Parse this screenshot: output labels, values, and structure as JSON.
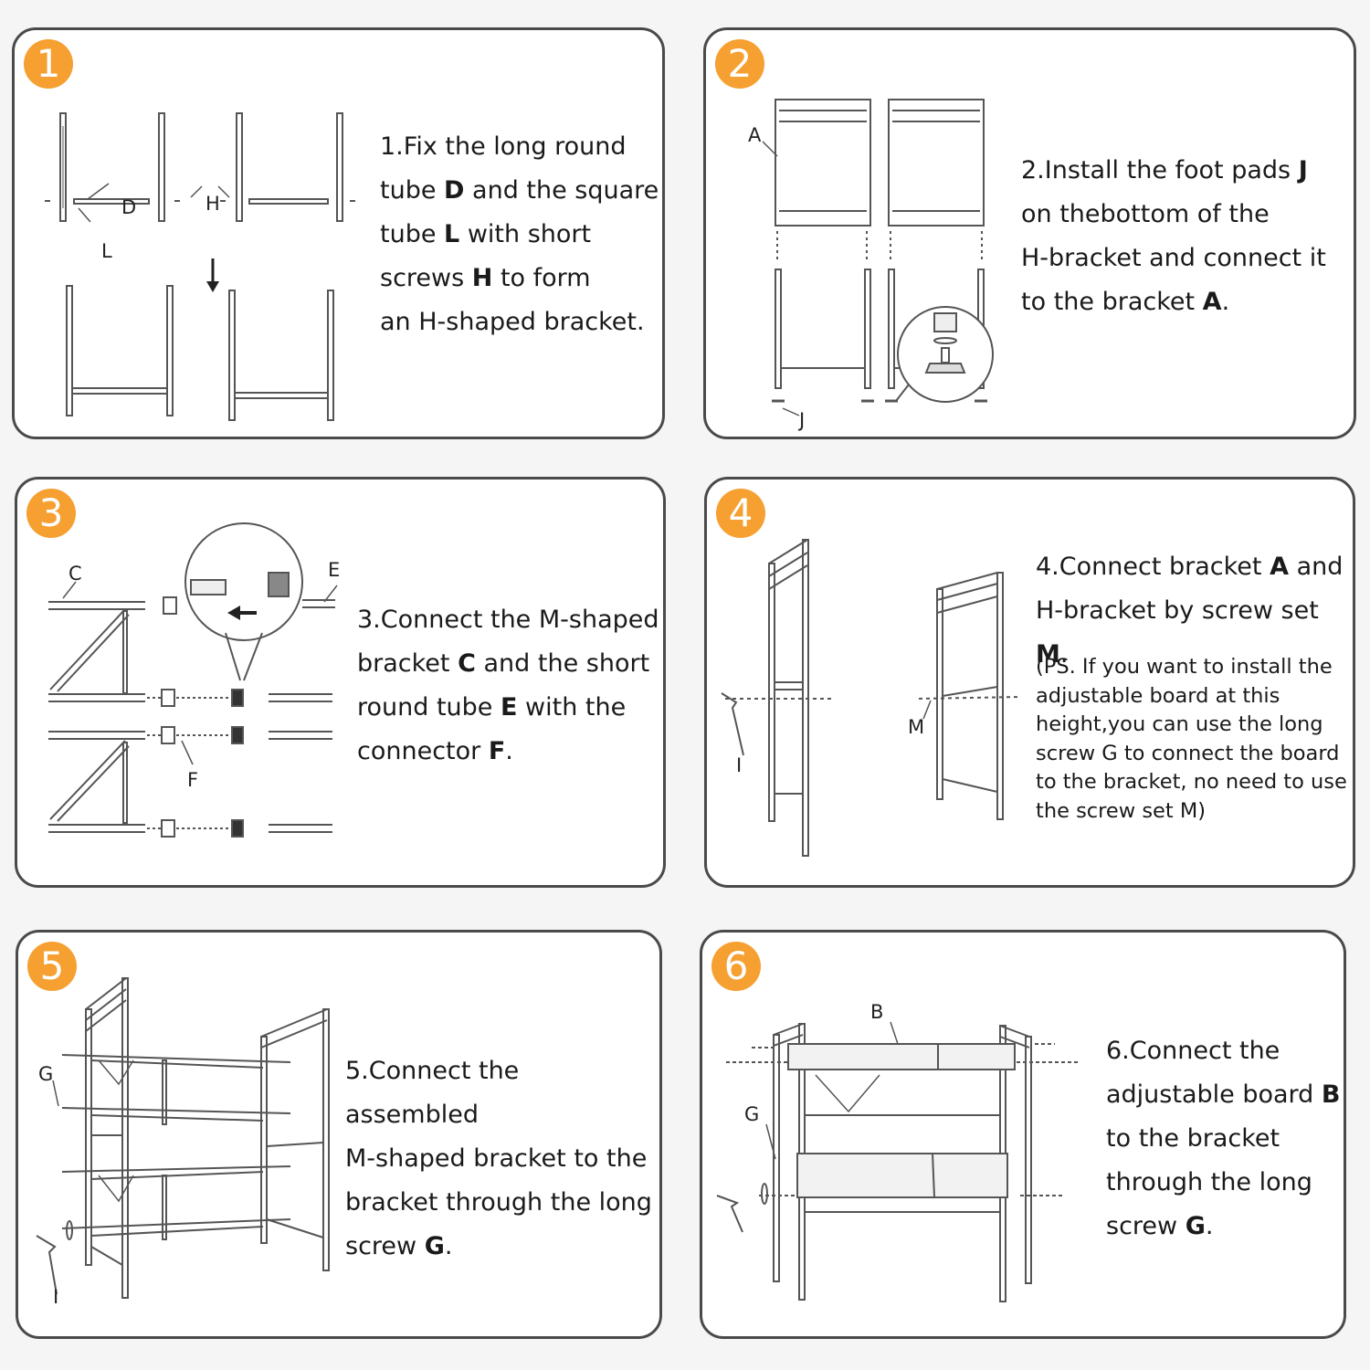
{
  "panels": [
    {
      "step": "1",
      "parts": [
        "1.Fix the long round",
        "tube ",
        "D",
        " and the square",
        "tube ",
        "L",
        " with short",
        "screws ",
        "H",
        " to form",
        "an H-shaped bracket."
      ],
      "labels": {
        "d": "D",
        "h": "H",
        "l": "L"
      }
    },
    {
      "step": "2",
      "parts": [
        "2.Install the foot pads ",
        "J",
        "on thebottom of the",
        "H-bracket and connect it",
        "to the bracket ",
        "A",
        "."
      ],
      "labels": {
        "a": "A",
        "j": "J"
      }
    },
    {
      "step": "3",
      "parts": [
        "3.Connect the M-shaped",
        "bracket ",
        "C",
        " and the short",
        "round tube ",
        "E",
        " with the",
        "connector ",
        "F",
        "."
      ],
      "labels": {
        "c": "C",
        "e": "E",
        "f": "F"
      }
    },
    {
      "step": "4",
      "parts": [
        "4.Connect bracket ",
        "A",
        " and",
        "H-bracket by screw set ",
        "M",
        "."
      ],
      "note": [
        "(PS. If you want to install the",
        "adjustable board at this",
        "height,you can use the long",
        "screw G to connect the board",
        "to the bracket, no need to use",
        "the screw set M)"
      ],
      "labels": {
        "i": "I",
        "m": "M"
      }
    },
    {
      "step": "5",
      "parts": [
        "5.Connect the assembled",
        "M-shaped bracket to the",
        "bracket through the long",
        "screw ",
        "G",
        "."
      ],
      "labels": {
        "g": "G",
        "i": "I"
      }
    },
    {
      "step": "6",
      "parts": [
        "6.Connect the",
        "adjustable board ",
        "B",
        "to the bracket",
        " through the long",
        "screw ",
        "G",
        "."
      ],
      "labels": {
        "b": "B",
        "g": "G"
      }
    }
  ],
  "colors": {
    "badge": "#f5a030",
    "border": "#4a4a4a",
    "line": "#555555"
  }
}
